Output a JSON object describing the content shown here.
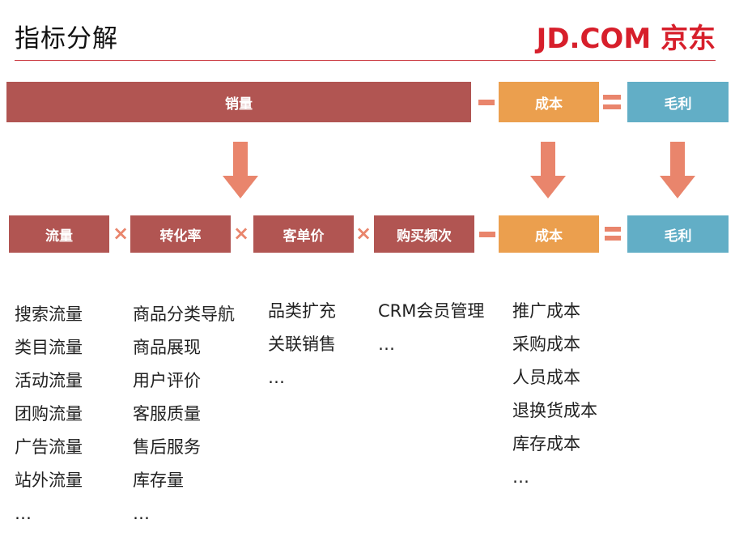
{
  "header": {
    "title": "指标分解",
    "logo_text": "JD.COM 京东"
  },
  "row1": {
    "sales": "销量",
    "minus": "-",
    "cost": "成本",
    "equals": "=",
    "gross_profit": "毛利"
  },
  "row2": {
    "traffic": "流量",
    "times1": "×",
    "conversion": "转化率",
    "times2": "×",
    "avg_order_value": "客单价",
    "times3": "×",
    "purchase_frequency": "购买频次",
    "minus": "-",
    "cost": "成本",
    "equals": "=",
    "gross_profit": "毛利"
  },
  "lists": {
    "traffic": [
      "搜索流量",
      "类目流量",
      "活动流量",
      "团购流量",
      "广告流量",
      "站外流量",
      "…"
    ],
    "conversion": [
      "商品分类导航",
      "商品展现",
      "用户评价",
      "客服质量",
      "售后服务",
      "库存量",
      "…"
    ],
    "avg_order_value": [
      "品类扩充",
      "关联销售",
      "…"
    ],
    "purchase_frequency": [
      "CRM会员管理",
      "…"
    ],
    "cost": [
      "推广成本",
      "采购成本",
      "人员成本",
      "退换货成本",
      "库存成本",
      "…"
    ]
  },
  "colors": {
    "red_box": "#b15552",
    "orange_box": "#eb9f4e",
    "blue_box": "#62aec6",
    "operator": "#e9856c",
    "logo": "#d71f2b"
  }
}
